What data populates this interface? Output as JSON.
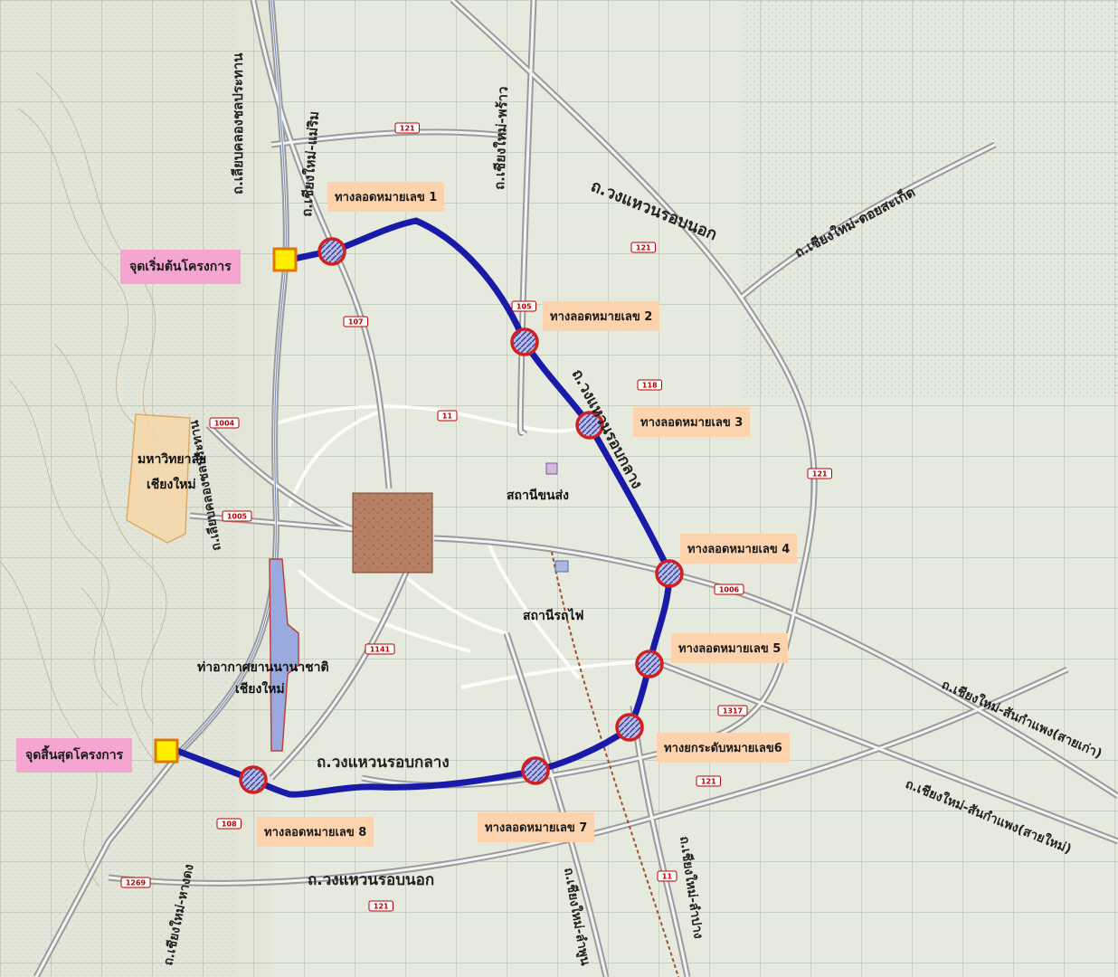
{
  "colors": {
    "background": "#e6e9dd",
    "route": "#1a1aa8",
    "marker_ring": "#d21f1f",
    "label_bg": "#fcd3ad",
    "endpoint_label_bg": "#f4a6d0",
    "endpoint_fill": "#ffee00",
    "endpoint_border": "#e07800",
    "city_block": "#b77f63",
    "university_area": "#f7d8a8",
    "airport_area": "#9aaadf"
  },
  "start_label": "จุดเริ่มต้นโครงการ",
  "end_label": "จุดสิ้นสุดโครงการ",
  "underpasses": [
    "ทางลอดหมายเลข 1",
    "ทางลอดหมายเลข 2",
    "ทางลอดหมายเลข 3",
    "ทางลอดหมายเลข 4",
    "ทางลอดหมายเลข 5",
    "ทางยกระดับหมายเลข6",
    "ทางลอดหมายเลข 7",
    "ทางลอดหมายเลข 8"
  ],
  "roads": {
    "khlong_top": "ถ.เลียบคลองชลประทาน",
    "khlong_bottom": "ถ.เลียบคลองชลประทาน",
    "mae_rim": "ถ.เชียงใหม่-แม่ริม",
    "phrao": "ถ.เชียงใหม่-พร้าว",
    "outer_ring_top": "ถ.วงแหวนรอบนอก",
    "outer_ring_bottom": "ถ.วงแหวนรอบนอก",
    "doi_saket": "ถ.เชียงใหม่-ดอยสะเก็ด",
    "middle_ring_east": "ถ.วงแหวนรอบกลาง",
    "middle_ring_south": "ถ.วงแหวนรอบกลาง",
    "sankamphaeng_old": "ถ.เชียงใหม่-สันกำแพง(สายเก่า)",
    "sankamphaeng_new": "ถ.เชียงใหม่-สันกำแพง(สายใหม่)",
    "lamphun": "ถ.เชียงใหม่-ลำพูน",
    "lampang": "ถ.เชียงใหม่-ลำปาง",
    "hang_dong": "ถ.เชียงใหม่-หางดง"
  },
  "places": {
    "university": [
      "มหาวิทยาลัย",
      "เชียงใหม่"
    ],
    "bus_station": "สถานีขนส่ง",
    "train_station": "สถานีรถไฟ",
    "airport": [
      "ท่าอากาศยานนานาชาติ",
      "เชียงใหม่"
    ]
  },
  "route_numbers": [
    "121",
    "121",
    "121",
    "121",
    "107",
    "105",
    "118",
    "11",
    "1004",
    "1005",
    "1006",
    "1141",
    "1317",
    "108",
    "1269",
    "121",
    "11"
  ]
}
